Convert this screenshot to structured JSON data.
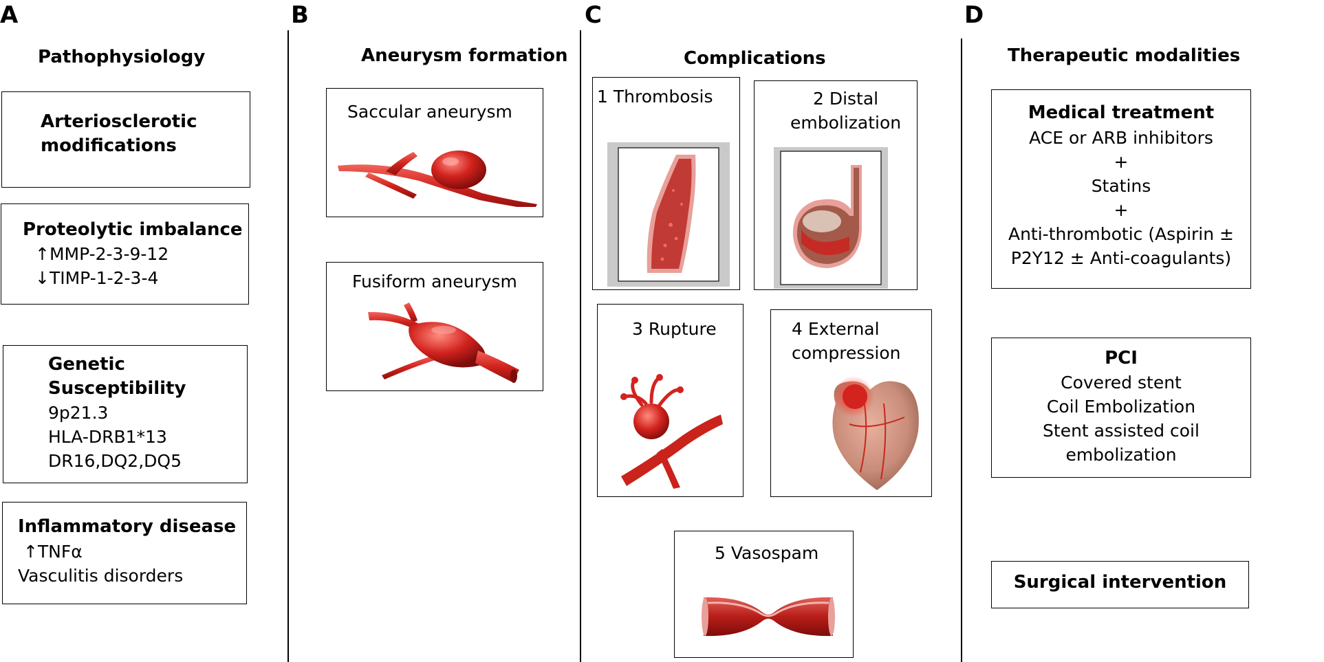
{
  "panels": {
    "A": {
      "letter": "A",
      "title": "Pathophysiology",
      "boxes": [
        {
          "heading": "Arteriosclerotic\nmodifications",
          "lines": ""
        },
        {
          "heading": "Proteolytic imbalance",
          "lines": "↑MMP-2-3-9-12\n↓TIMP-1-2-3-4"
        },
        {
          "heading": "Genetic\nSusceptibility",
          "lines": "9p21.3\nHLA-DRB1*13\nDR16,DQ2,DQ5"
        },
        {
          "heading": "Inflammatory disease",
          "lines": " ↑TNFα\nVasculitis disorders"
        }
      ]
    },
    "B": {
      "letter": "B",
      "title": "Aneurysm formation",
      "boxes": [
        {
          "label": "Saccular aneurysm",
          "icon": "saccular-aneurysm-illustration"
        },
        {
          "label": "Fusiform aneurysm",
          "icon": "fusiform-aneurysm-illustration"
        }
      ]
    },
    "C": {
      "letter": "C",
      "title": "Complications",
      "boxes": [
        {
          "label": "1 Thrombosis",
          "icon": "thrombosis-illustration"
        },
        {
          "label": "2 Distal\nembolization",
          "icon": "distal-embolization-illustration"
        },
        {
          "label": "3 Rupture",
          "icon": "rupture-illustration"
        },
        {
          "label": "4 External\ncompression",
          "icon": "heart-compression-illustration"
        },
        {
          "label": "5 Vasospam",
          "icon": "vasospasm-illustration"
        }
      ]
    },
    "D": {
      "letter": "D",
      "title": "Therapeutic modalities",
      "boxes": [
        {
          "heading": "Medical treatment",
          "lines": "ACE or ARB inhibitors\n+\nStatins\n+\nAnti-thrombotic (Aspirin ±\nP2Y12 ± Anti-coagulants)"
        },
        {
          "heading": "PCI",
          "lines": "Covered stent\nCoil Embolization\nStent assisted coil\nembolization"
        },
        {
          "heading": "Surgical intervention",
          "lines": ""
        }
      ]
    }
  },
  "colors": {
    "artery_red": "#d2231e",
    "artery_dark": "#8e0f0c",
    "tissue_pink": "#e8a09a",
    "heart_tan": "#c98d7a",
    "frame_gray": "#c9c9c9"
  }
}
